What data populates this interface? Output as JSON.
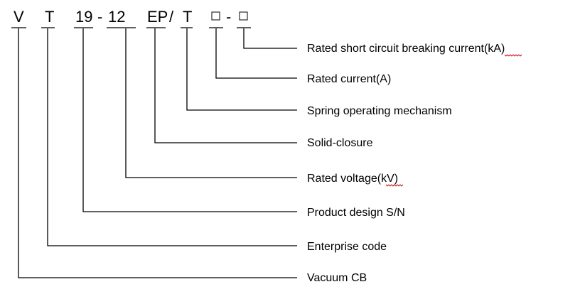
{
  "code": {
    "part_v": "V",
    "part_t": "T",
    "part_19": "19",
    "dash1": "-",
    "part_12": "12",
    "part_ep": "EP",
    "slash": "/",
    "part_t2": "T",
    "dash2": "-"
  },
  "labels": {
    "breaking_current": "Rated short circuit breaking current(kA)",
    "rated_current": "Rated current(A)",
    "spring_mechanism": "Spring operating mechanism",
    "solid_closure": "Solid-closure",
    "rated_voltage": "Rated voltage(kV)",
    "design_sn": "Product design S/N",
    "enterprise_code": "Enterprise code",
    "vacuum_cb": "Vacuum CB"
  }
}
